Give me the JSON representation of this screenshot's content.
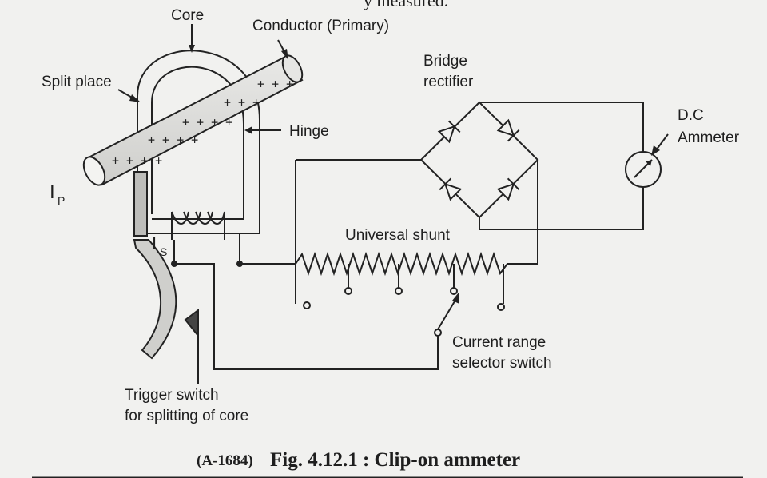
{
  "labels": {
    "top_partial": "y measured.",
    "core": "Core",
    "conductor": "Conductor (Primary)",
    "split_place": "Split place",
    "hinge": "Hinge",
    "bridge_line1": "Bridge",
    "bridge_line2": "rectifier",
    "dc_line1": "D.C",
    "dc_line2": "Ammeter",
    "ip_main": "I",
    "ip_sub": "P",
    "is_main": "I",
    "is_sub": "S",
    "universal_shunt": "Universal shunt",
    "current_range_line1": "Current range",
    "current_range_line2": "selector switch",
    "trigger_line1": "Trigger switch",
    "trigger_line2": "for splitting of core"
  },
  "caption": {
    "code": "(A-1684)",
    "text": "Fig. 4.12.1 : Clip-on ammeter"
  }
}
